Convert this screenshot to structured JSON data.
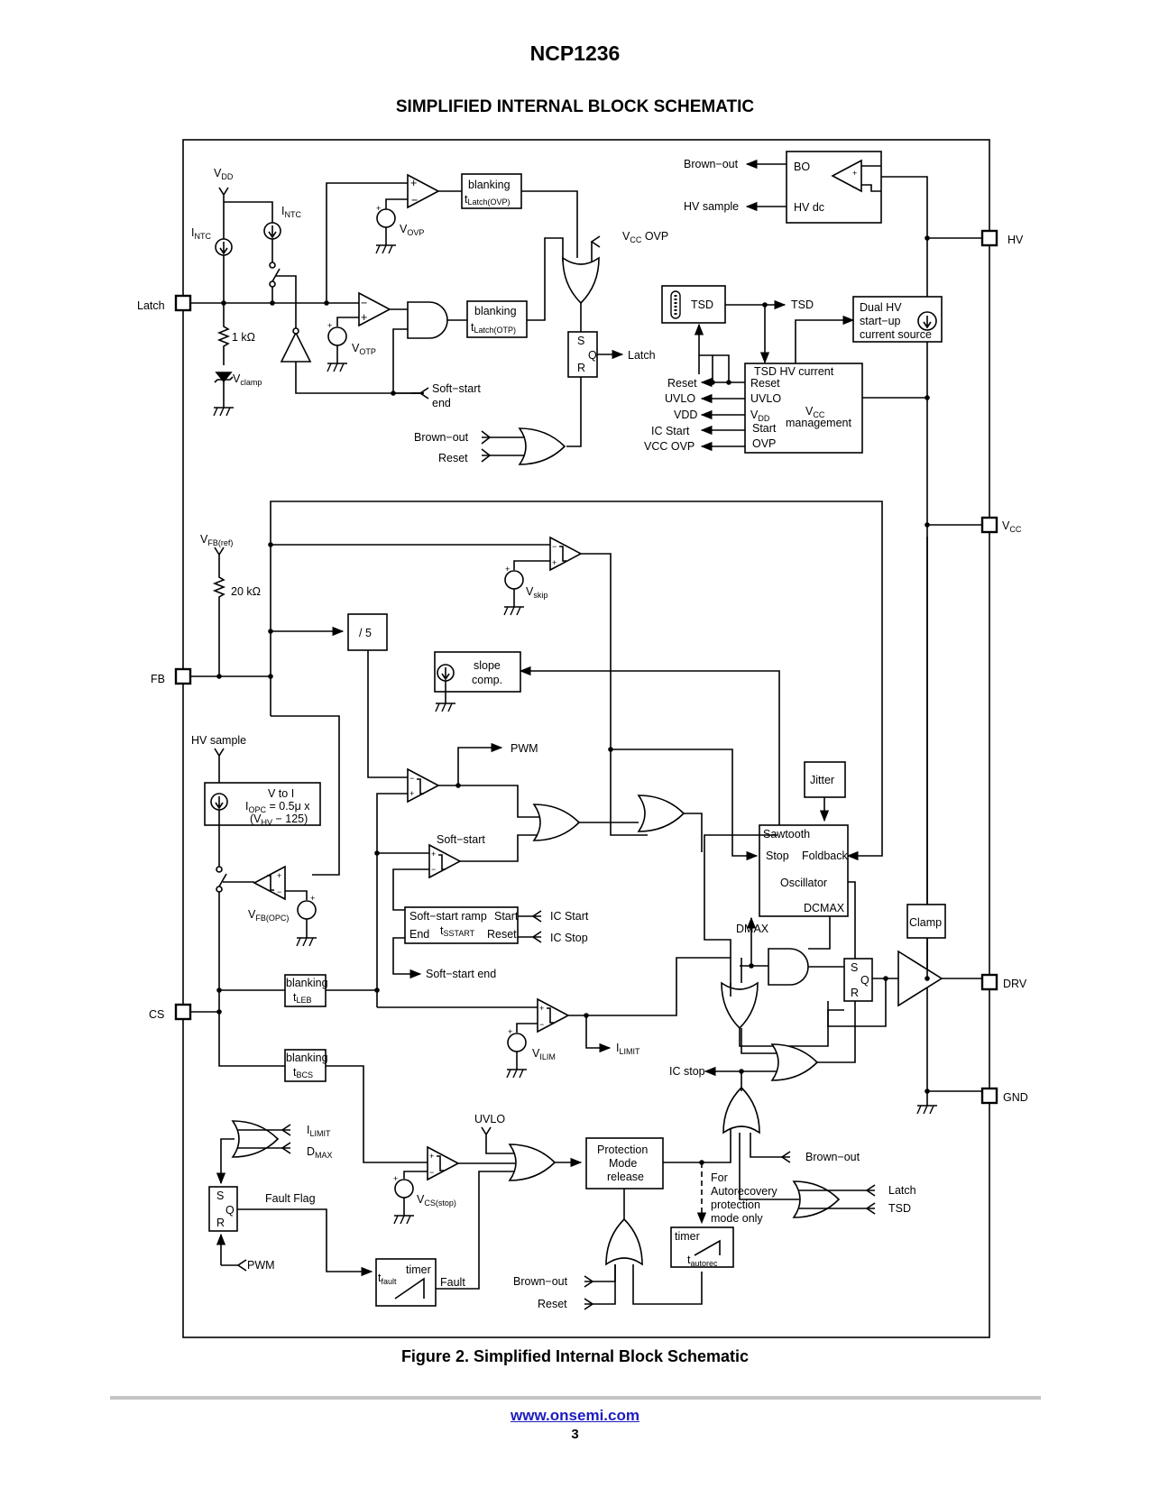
{
  "header": {
    "part_number": "NCP1236",
    "schematic_title": "SIMPLIFIED INTERNAL BLOCK SCHEMATIC"
  },
  "figure": {
    "caption": "Figure 2. Simplified Internal Block Schematic"
  },
  "footer": {
    "url": "www.onsemi.com",
    "page": "3"
  },
  "pins": {
    "latch": "Latch",
    "fb": "FB",
    "cs": "CS",
    "hv": "HV",
    "vcc": "V",
    "vcc_sub": "CC",
    "drv": "DRV",
    "gnd": "GND"
  },
  "blocks": {
    "blanking": "blanking",
    "t_latch": "t",
    "t_latch_ovp_sub": "Latch(OVP)",
    "t_latch_otp_sub": "Latch(OTP)",
    "bo": "BO",
    "hv_dc": "HV dc",
    "tsd": "TSD",
    "dual_hv_1": "Dual HV",
    "dual_hv_2": "start−up",
    "dual_hv_3": "current source",
    "mgmt_title": "TSD HV current",
    "mgmt_reset": "Reset",
    "mgmt_uvlo": "UVLO",
    "mgmt_vdd": "V",
    "mgmt_vdd_sub": "DD",
    "mgmt_start": "Start",
    "mgmt_ovp": "OVP",
    "mgmt_vcc": "V",
    "mgmt_vcc_sub": "CC",
    "mgmt_management": "management",
    "div5": "/ 5",
    "slope_1": "slope",
    "slope_2": "comp.",
    "vtoi_1": "V to I",
    "vtoi_2": "I",
    "vtoi_2_sub": "OPC",
    "vtoi_2b": " = 0.5μ x",
    "vtoi_3": "(V",
    "vtoi_3_sub": "HV",
    "vtoi_3b": " − 125)",
    "jitter": "Jitter",
    "osc_sawtooth": "Sawtooth",
    "osc_stop": "Stop",
    "osc_foldback": "Foldback",
    "osc_oscillator": "Oscillator",
    "osc_dcmax": "DCMAX",
    "clamp": "Clamp",
    "ss_ramp": "Soft−start ramp",
    "ss_start": "Start",
    "ss_end": "End",
    "ss_tsstart": "t",
    "ss_tsstart_sub": "SSTART",
    "ss_reset": "Reset",
    "t_leb": "t",
    "t_leb_sub": "LEB",
    "t_bcs": "t",
    "t_bcs_sub": "BCS",
    "prot_1": "Protection",
    "prot_2": "Mode",
    "prot_3": "release",
    "timer": "timer",
    "t_fault": "t",
    "t_fault_sub": "fault",
    "fault": "Fault",
    "t_autorec": "t",
    "t_autorec_sub": "autorec",
    "s": "S",
    "q": "Q",
    "r": "R"
  },
  "labels": {
    "vdd": "V",
    "vdd_sub": "DD",
    "intc": "I",
    "intc_sub": "NTC",
    "vovp": "V",
    "vovp_sub": "OVP",
    "votp": "V",
    "votp_sub": "OTP",
    "r1k": "1 kΩ",
    "vclamp": "V",
    "vclamp_sub": "clamp",
    "vcc_ovp": "V",
    "vcc_ovp_sub": "CC",
    "vcc_ovp_b": " OVP",
    "softstart_end_1": "Soft−start",
    "softstart_end_2": "end",
    "brown_out": "Brown−out",
    "reset": "Reset",
    "latch": "Latch",
    "hv_sample": "HV sample",
    "tsd": "TSD",
    "uvlo": "UVLO",
    "vdd_out": "VDD",
    "ic_start": "IC Start",
    "vcc_ovp_out": "VCC OVP",
    "vfb_ref": "V",
    "vfb_ref_sub": "FB(ref)",
    "r20k": "20 kΩ",
    "vskip": "V",
    "vskip_sub": "skip",
    "pwm": "PWM",
    "soft_start": "Soft−start",
    "ic_stop": "IC Stop",
    "softstart_end_full": "Soft−start end",
    "vfb_opc": "V",
    "vfb_opc_sub": "FB(OPC)",
    "dmax": "DMAX",
    "vilim": "V",
    "vilim_sub": "ILIM",
    "ilimit": "I",
    "ilimit_sub": "LIMIT",
    "ic_stop_lower": "IC stop",
    "dmax_in": "D",
    "dmax_in_sub": "MAX",
    "fault_flag": "Fault Flag",
    "vcs_stop": "V",
    "vcs_stop_sub": "CS(stop)",
    "autorec_1": "For",
    "autorec_2": "Autorecovery",
    "autorec_3": "protection",
    "autorec_4": "mode only",
    "plus": "+",
    "minus": "−"
  }
}
